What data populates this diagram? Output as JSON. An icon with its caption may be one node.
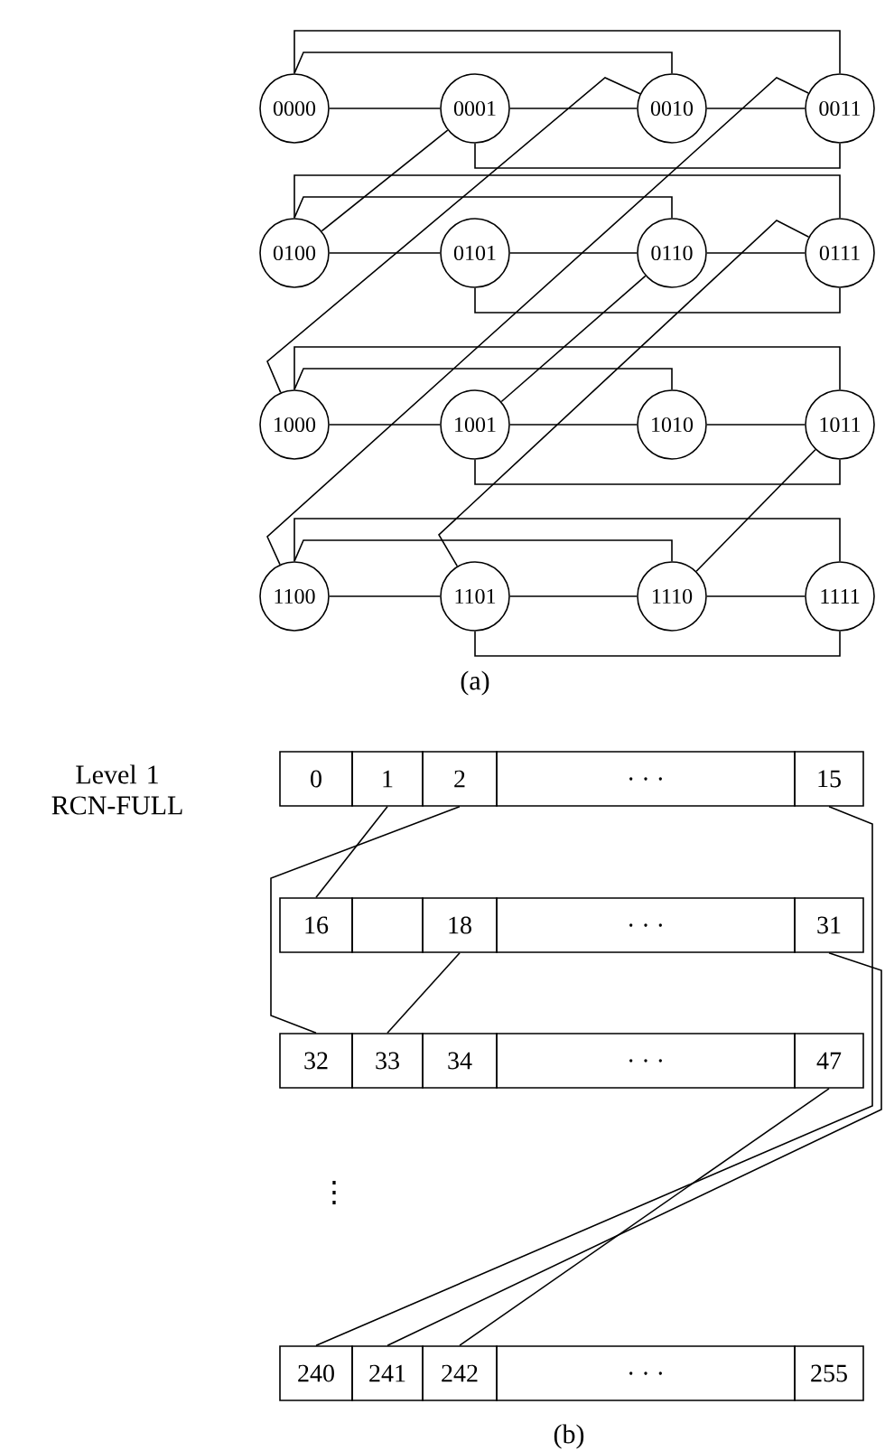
{
  "diagram": {
    "nodes": [
      {
        "text": [
          "0000"
        ]
      },
      {
        "text": [
          "0001"
        ]
      },
      {
        "text": [
          "0010"
        ]
      },
      {
        "text": [
          "0011"
        ]
      },
      {
        "text": [
          "0100"
        ]
      },
      {
        "text": [
          "0101"
        ]
      },
      {
        "text": [
          "0110"
        ]
      },
      {
        "text": [
          "0111"
        ]
      },
      {
        "text": [
          "1000"
        ]
      },
      {
        "text": [
          "1001"
        ]
      },
      {
        "text": [
          "1010"
        ]
      },
      {
        "text": [
          "1011"
        ]
      },
      {
        "text": [
          "1100"
        ]
      },
      {
        "text": [
          "1101"
        ]
      },
      {
        "text": [
          "1110"
        ]
      },
      {
        "text": [
          "1111"
        ]
      },
      {
        "text": [
          "0"
        ]
      },
      {
        "text": [
          "1"
        ]
      },
      {
        "text": [
          "2"
        ]
      },
      {
        "text": [
          ". . ."
        ]
      },
      {
        "text": [
          "15"
        ]
      },
      {
        "text": [
          "16"
        ]
      },
      {
        "text": [],
        "shape": "box"
      },
      {
        "text": [
          "18"
        ]
      },
      {
        "text": [
          ". . ."
        ]
      },
      {
        "text": [
          "31"
        ]
      },
      {
        "text": [
          "32"
        ]
      },
      {
        "text": [
          "33"
        ]
      },
      {
        "text": [
          "34"
        ]
      },
      {
        "text": [
          ". . ."
        ]
      },
      {
        "text": [
          "47"
        ]
      },
      {
        "text": [
          "240"
        ]
      },
      {
        "text": [
          "241"
        ]
      },
      {
        "text": [
          "242"
        ]
      },
      {
        "text": [
          ". . ."
        ]
      },
      {
        "text": [
          "255"
        ]
      }
    ],
    "edges": [
      {
        "from": 0,
        "to": 1,
        "arrow": "none"
      },
      {
        "from": 1,
        "to": 2,
        "arrow": "none"
      },
      {
        "from": 2,
        "to": 3,
        "arrow": "none"
      },
      {
        "from": 0,
        "to": 3,
        "arrow": "none"
      },
      {
        "from": 0,
        "to": 2,
        "arrow": "none"
      },
      {
        "from": 1,
        "to": 3,
        "arrow": "none"
      },
      {
        "from": 4,
        "to": 5,
        "arrow": "none"
      },
      {
        "from": 5,
        "to": 6,
        "arrow": "none"
      },
      {
        "from": 6,
        "to": 7,
        "arrow": "none"
      },
      {
        "from": 4,
        "to": 7,
        "arrow": "none"
      },
      {
        "from": 4,
        "to": 6,
        "arrow": "none"
      },
      {
        "from": 5,
        "to": 7,
        "arrow": "none"
      },
      {
        "from": 8,
        "to": 9,
        "arrow": "none"
      },
      {
        "from": 9,
        "to": 10,
        "arrow": "none"
      },
      {
        "from": 10,
        "to": 11,
        "arrow": "none"
      },
      {
        "from": 8,
        "to": 11,
        "arrow": "none"
      },
      {
        "from": 8,
        "to": 10,
        "arrow": "none"
      },
      {
        "from": 9,
        "to": 11,
        "arrow": "none"
      },
      {
        "from": 12,
        "to": 13,
        "arrow": "none"
      },
      {
        "from": 13,
        "to": 14,
        "arrow": "none"
      },
      {
        "from": 14,
        "to": 15,
        "arrow": "none"
      },
      {
        "from": 12,
        "to": 15,
        "arrow": "none"
      },
      {
        "from": 12,
        "to": 14,
        "arrow": "none"
      },
      {
        "from": 13,
        "to": 15,
        "arrow": "none"
      },
      {
        "from": 1,
        "to": 4,
        "arrow": "none"
      },
      {
        "from": 2,
        "to": 8,
        "arrow": "none"
      },
      {
        "from": 3,
        "to": 12,
        "arrow": "none"
      },
      {
        "from": 6,
        "to": 9,
        "arrow": "none"
      },
      {
        "from": 7,
        "to": 13,
        "arrow": "none"
      },
      {
        "from": 11,
        "to": 14,
        "arrow": "none"
      },
      {
        "from": 17,
        "to": 21,
        "arrow": "none"
      },
      {
        "from": 18,
        "to": 26,
        "arrow": "none"
      },
      {
        "from": 20,
        "to": 31,
        "arrow": "none"
      },
      {
        "from": 23,
        "to": 27,
        "arrow": "none"
      },
      {
        "from": 25,
        "to": 32,
        "arrow": "none"
      },
      {
        "from": 30,
        "to": 33,
        "arrow": "none"
      }
    ],
    "labels": [
      "(a)",
      "Level 1 RCN-FULL",
      "⋮",
      "(b)"
    ]
  }
}
